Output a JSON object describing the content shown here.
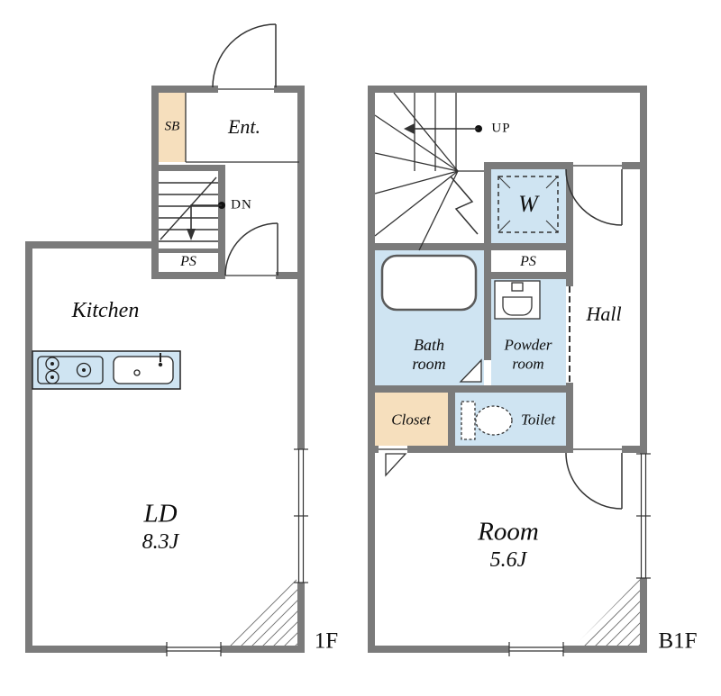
{
  "colors": {
    "wall": "#7b7b7b",
    "wet_area": "#cfe4f2",
    "storage": "#f6dfbd"
  },
  "f1": {
    "floor_label": "1F",
    "shoe_box": "SB",
    "entrance": "Ent.",
    "stairs_down": "DN",
    "pipe_space": "PS",
    "kitchen": "Kitchen",
    "living_dining": "LD",
    "living_dining_size": "8.3J"
  },
  "b1f": {
    "floor_label": "B1F",
    "stairs_up": "UP",
    "washer": "W",
    "pipe_space": "PS",
    "bath_line1": "Bath",
    "bath_line2": "room",
    "powder_line1": "Powder",
    "powder_line2": "room",
    "hall": "Hall",
    "closet": "Closet",
    "toilet": "Toilet",
    "room": "Room",
    "room_size": "5.6J"
  }
}
